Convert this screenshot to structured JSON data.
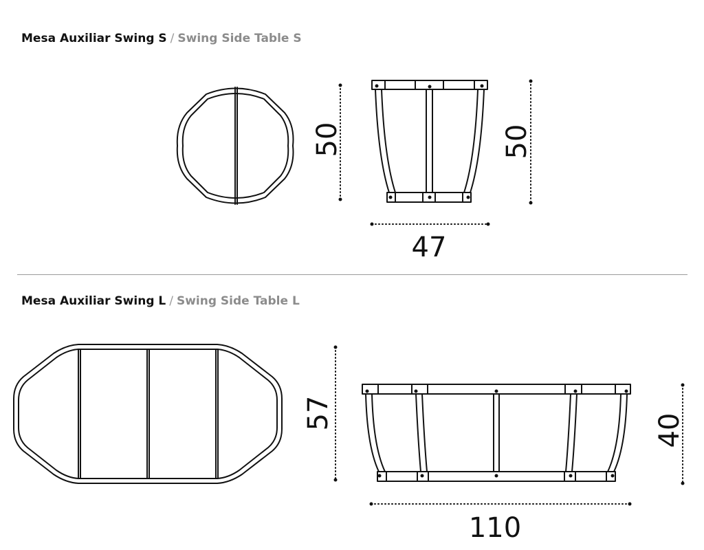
{
  "section_s": {
    "title_es": "Mesa Auxiliar Swing S",
    "separator": "/",
    "title_en": "Swing Side Table S",
    "dims": {
      "top_view_depth": "50",
      "front_height": "50",
      "front_width": "47"
    }
  },
  "section_l": {
    "title_es": "Mesa Auxiliar Swing L",
    "separator": "/",
    "title_en": "Swing Side Table L",
    "dims": {
      "top_view_depth": "57",
      "front_height": "40",
      "front_width": "110"
    }
  },
  "colors": {
    "line": "#111111",
    "divider": "#9a9a9a",
    "subtitle": "#8c8c8c"
  }
}
